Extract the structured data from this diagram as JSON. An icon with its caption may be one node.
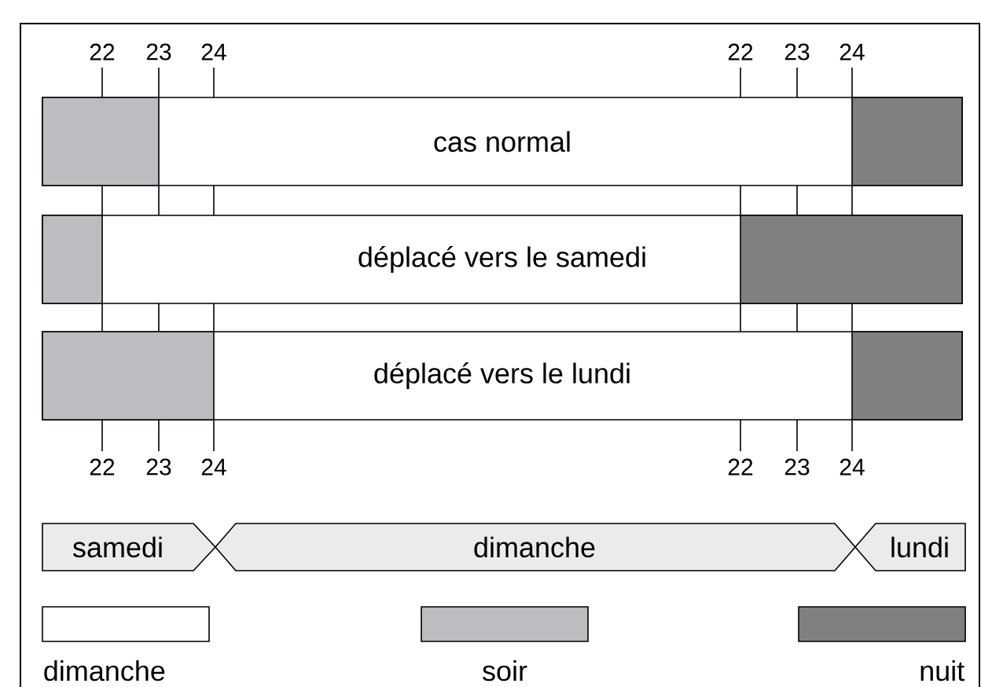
{
  "diagram": {
    "nodes": [
      {
        "text": [
          "cas normal"
        ]
      },
      {
        "text": [
          "déplacé vers le samedi"
        ]
      },
      {
        "text": [
          "déplacé vers le lundi"
        ]
      },
      {
        "text": [
          "samedi"
        ]
      },
      {
        "text": [
          "dimanche"
        ]
      },
      {
        "text": [
          "lundi"
        ]
      }
    ],
    "labels": [
      "22",
      "23",
      "24",
      "22",
      "23",
      "24",
      "22",
      "23",
      "24",
      "22",
      "23",
      "24"
    ],
    "legend": [
      {
        "text": "dimanche"
      },
      {
        "text": "soir",
        "color": "#bcbdc0"
      },
      {
        "text": "nuit",
        "color": "#808083"
      }
    ]
  }
}
